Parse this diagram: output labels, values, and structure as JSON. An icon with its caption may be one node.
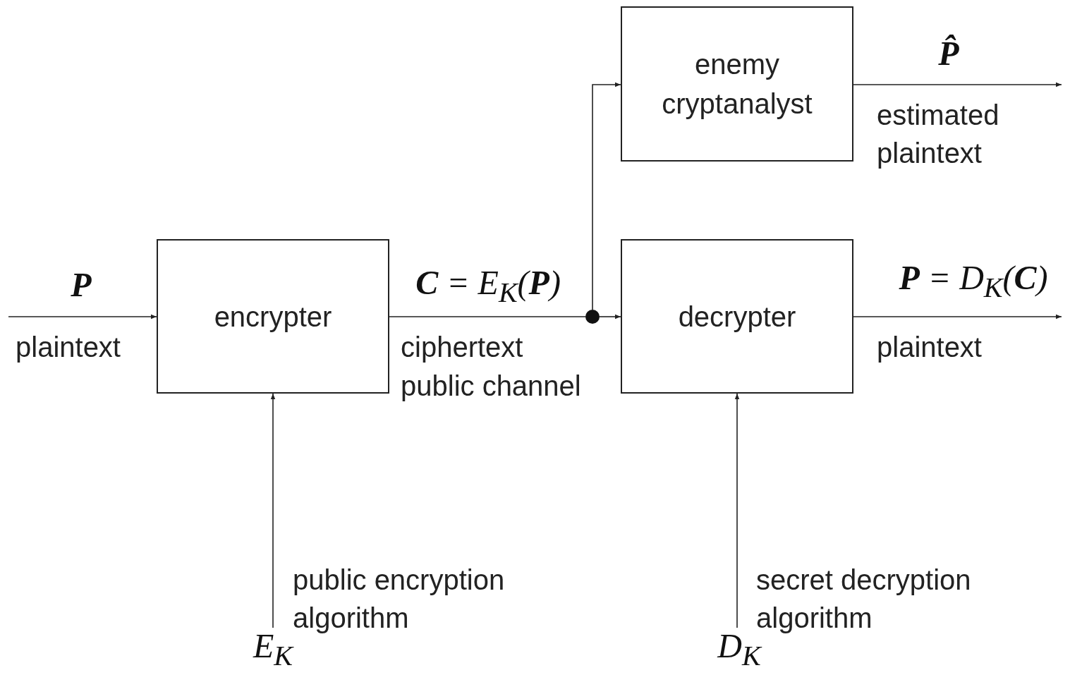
{
  "diagram": {
    "nodes": [
      {
        "text": [
          "encrypter"
        ]
      },
      {
        "text": [
          "enemy cryptanalyst"
        ]
      },
      {
        "text": [
          "decrypter"
        ]
      },
      {
        "text": [],
        "shape": "circle"
      },
      {
        "text": [
          "E$_{K}$"
        ]
      },
      {
        "text": [
          "D$_{K}$"
        ]
      }
    ],
    "edges": [
      {
        "from": null,
        "to": 0,
        "arrow": "to",
        "label": "P"
      },
      {
        "from": 0,
        "to": 3,
        "arrow": "none",
        "label": "**C** = E$_{K}$(**P**)"
      },
      {
        "from": 3,
        "to": 2,
        "arrow": "to"
      },
      {
        "from": 3,
        "to": 1,
        "arrow": "to"
      },
      {
        "from": 1,
        "to": null,
        "arrow": "to",
        "label": "P̂"
      },
      {
        "from": 2,
        "to": null,
        "arrow": "to",
        "label": "**P** = D$_{K}$(**C**)"
      },
      {
        "from": 4,
        "to": 0,
        "arrow": "to"
      },
      {
        "from": 5,
        "to": 2,
        "arrow": "to"
      }
    ],
    "labels": [
      "plaintext",
      "ciphertext",
      "public channel",
      "estimated plaintext",
      "plaintext",
      "public encryption algorithm",
      "secret decryption algorithm"
    ]
  }
}
